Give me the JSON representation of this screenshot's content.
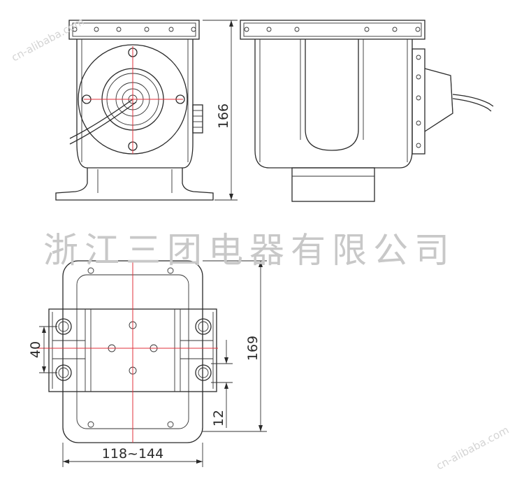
{
  "company_name": "浙江三团电器有限公司",
  "watermark": "cn-alibaba.com",
  "dimensions": {
    "height_side": "166",
    "height_bottom": "169",
    "width_bottom": "118~144",
    "hole_spacing": "40",
    "slot_width": "12"
  },
  "colors": {
    "line": "#2a2a2a",
    "center_line": "#e0313b",
    "watermark": "#c8c8c8"
  }
}
